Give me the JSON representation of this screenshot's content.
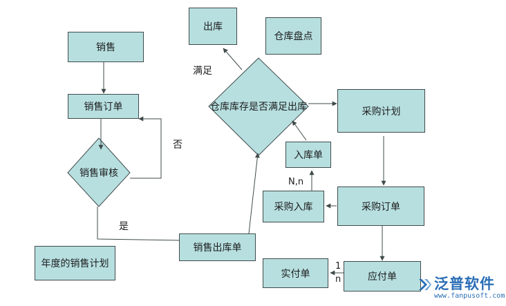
{
  "nodes": {
    "sales": "销售",
    "sales_order": "销售订单",
    "sales_review": "销售审核",
    "annual_sales_plan": "年度的销售计划",
    "sales_outbound": "销售出库单",
    "outbound": "出库",
    "inventory_check": "仓库盘点",
    "stock_sufficient": "仓库库存是否满足出库",
    "purchase_plan": "采购计划",
    "inbound_order": "入库单",
    "purchase_inbound": "采购入库",
    "purchase_order": "采购订单",
    "actual_payment": "实付单",
    "payable": "应付单"
  },
  "edge_labels": {
    "no": "否",
    "yes": "是",
    "satisfied": "满足",
    "n_n": "N,n",
    "one": "1",
    "n": "n"
  },
  "logo": {
    "text": "泛普软件",
    "url": "www.fanpusoft.com"
  },
  "colors": {
    "node_fill": "#b7dfe0",
    "node_border": "#3f4a4a",
    "line": "#3f4a4a",
    "logo": "#2a6eb6"
  }
}
